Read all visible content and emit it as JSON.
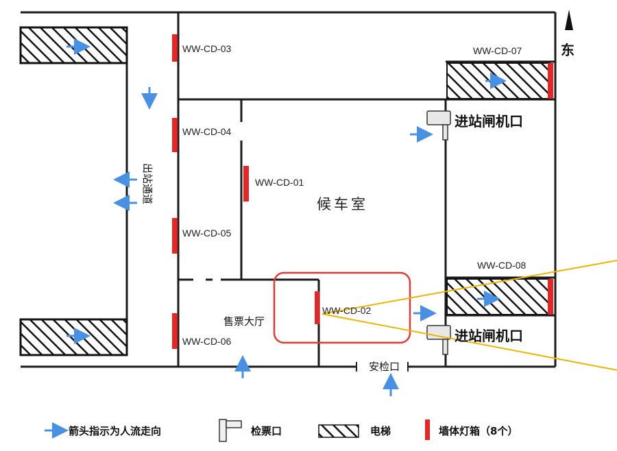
{
  "labels": {
    "cd01": "WW-CD-01",
    "cd02": "WW-CD-02",
    "cd03": "WW-CD-03",
    "cd04": "WW-CD-04",
    "cd05": "WW-CD-05",
    "cd06": "WW-CD-06",
    "cd07": "WW-CD-07",
    "cd08": "WW-CD-08",
    "waiting_room": "候车室",
    "ticket_hall": "售票大厅",
    "gate_1": "进站闸机口",
    "gate_2": "进站闸机口",
    "security": "安检口",
    "exit_corridor": "出站通道",
    "north": "东"
  },
  "legend": {
    "arrow": "箭头指示为人流走向",
    "checkpoint": "检票口",
    "escalator": "电梯",
    "lightbox": "墙体灯箱（8个）"
  },
  "colors": {
    "wall": "#1a1a1a",
    "lightbox": "#e32626",
    "arrow": "#4a90e2",
    "highlight": "#e53935",
    "callout": "#f0b400"
  }
}
